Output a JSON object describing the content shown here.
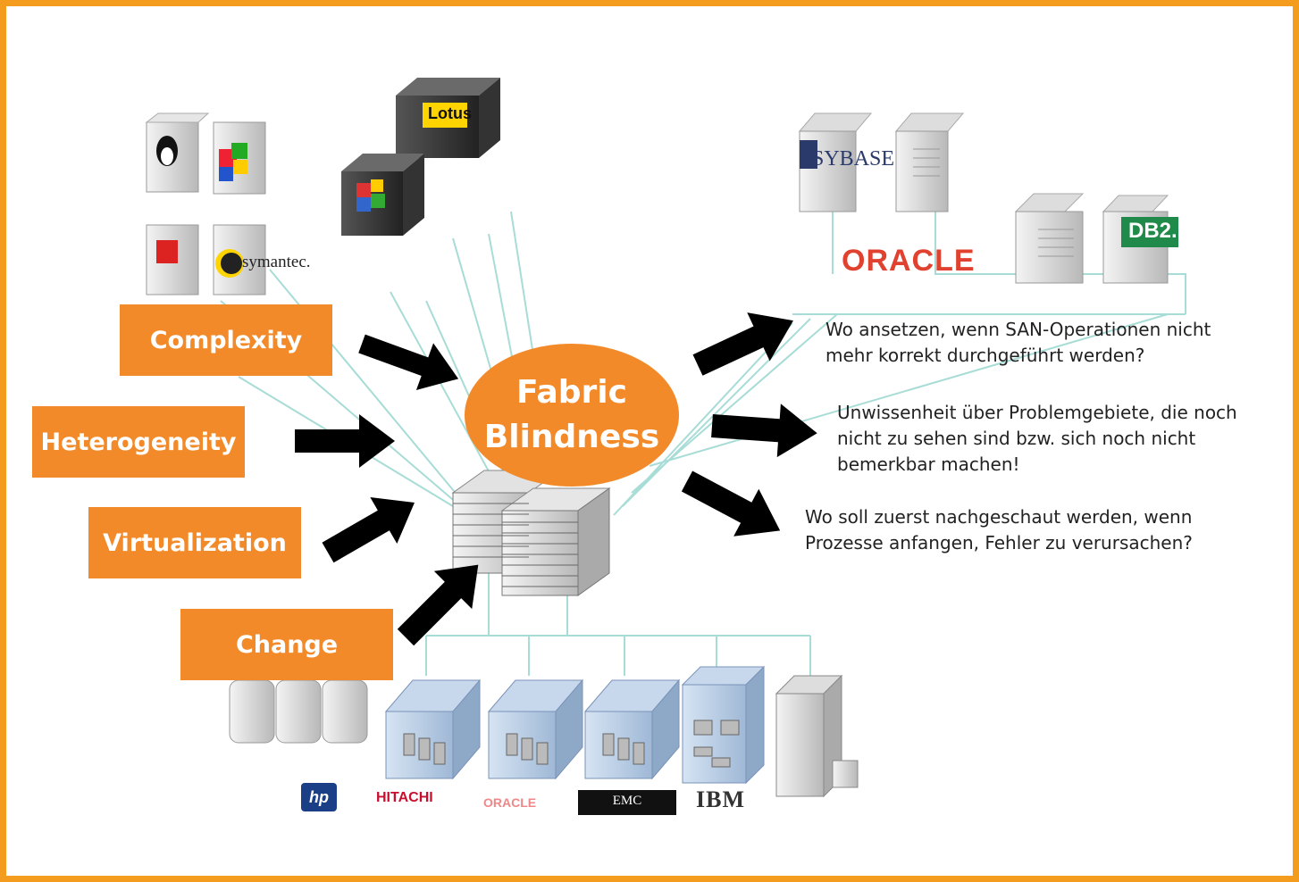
{
  "center": {
    "line1": "Fabric",
    "line2": "Blindness"
  },
  "factors": [
    {
      "label": "Complexity"
    },
    {
      "label": "Heterogeneity"
    },
    {
      "label": "Virtualization"
    },
    {
      "label": "Change"
    }
  ],
  "questions": [
    "Wo ansetzen, wenn SAN-Operationen nicht mehr korrekt durchgeführt werden?",
    "Unwissenheit über Problemgebiete, die noch nicht zu sehen sind bzw. sich noch nicht bemerkbar machen!",
    "Wo soll zuerst nachgeschaut werden, wenn Prozesse anfangen, Fehler zu verursachen?"
  ],
  "logos": {
    "lotus": "Lotus",
    "symantec": "symantec.",
    "sybase": "SYBASE",
    "oracle_top": "ORACLE",
    "db2": "DB2.",
    "hp": "hp",
    "hitachi": "HITACHI",
    "oracle_bottom": "ORACLE",
    "emc": "EMC",
    "ibm": "IBM"
  },
  "colors": {
    "accent": "#f28a2a",
    "border": "#f39c1d",
    "lines": "#a8dcd6"
  }
}
